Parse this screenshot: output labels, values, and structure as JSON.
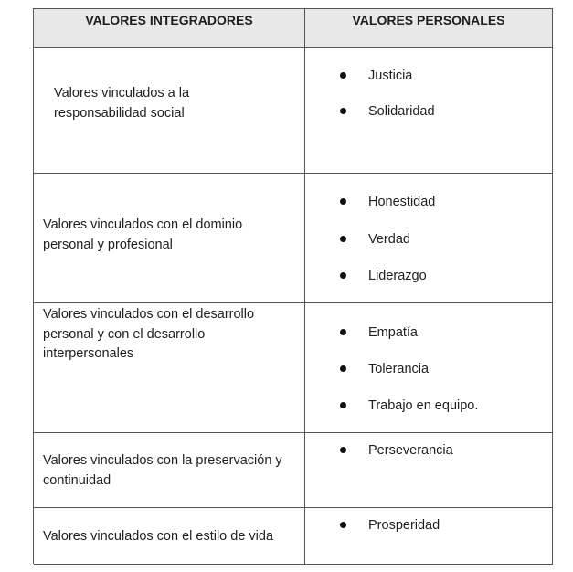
{
  "table": {
    "headers": {
      "integradores": "VALORES INTEGRADORES",
      "personales": "VALORES PERSONALES"
    },
    "rows": [
      {
        "integrador": "Valores vinculados a la responsabilidad social",
        "personales": [
          "Justicia",
          "Solidaridad"
        ]
      },
      {
        "integrador": "Valores vinculados con el dominio personal y profesional",
        "personales": [
          "Honestidad",
          "Verdad",
          "Liderazgo"
        ]
      },
      {
        "integrador": "Valores vinculados con el desarrollo personal y con el desarrollo interpersonales",
        "personales": [
          "Empatía",
          "Tolerancia",
          "Trabajo en equipo."
        ]
      },
      {
        "integrador": "Valores vinculados con la preservación y continuidad",
        "personales": [
          "Perseverancia"
        ]
      },
      {
        "integrador": "Valores vinculados con el estilo de vida",
        "personales": [
          "Prosperidad"
        ]
      }
    ]
  }
}
